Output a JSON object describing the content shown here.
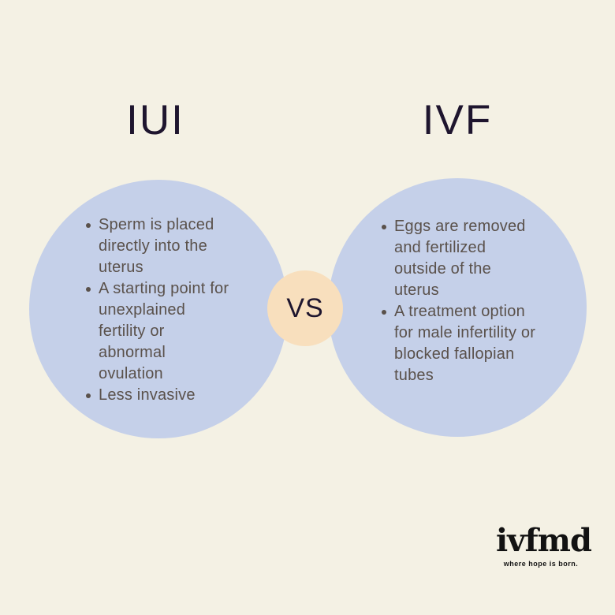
{
  "comparison": {
    "vs_label": "VS",
    "left": {
      "title": "IUI",
      "bullets": [
        "Sperm is placed\ndirectly into the\nuterus",
        "A starting point for\nunexplained\nfertility or\nabnormal\novulation",
        "Less invasive"
      ]
    },
    "right": {
      "title": "IVF",
      "bullets": [
        "Eggs are removed\nand fertilized\noutside of the\nuterus",
        "A treatment option\nfor male infertility or\nblocked fallopian\ntubes"
      ]
    }
  },
  "branding": {
    "logo_text": "ivfmd",
    "tagline": "where hope is born."
  },
  "colors": {
    "background": "#f4f1e4",
    "circle_fill": "#c5d0e9",
    "vs_circle_fill": "#f8dfbd",
    "heading_text": "#1e152e",
    "body_text": "#5a514b",
    "logo_text": "#121212"
  }
}
